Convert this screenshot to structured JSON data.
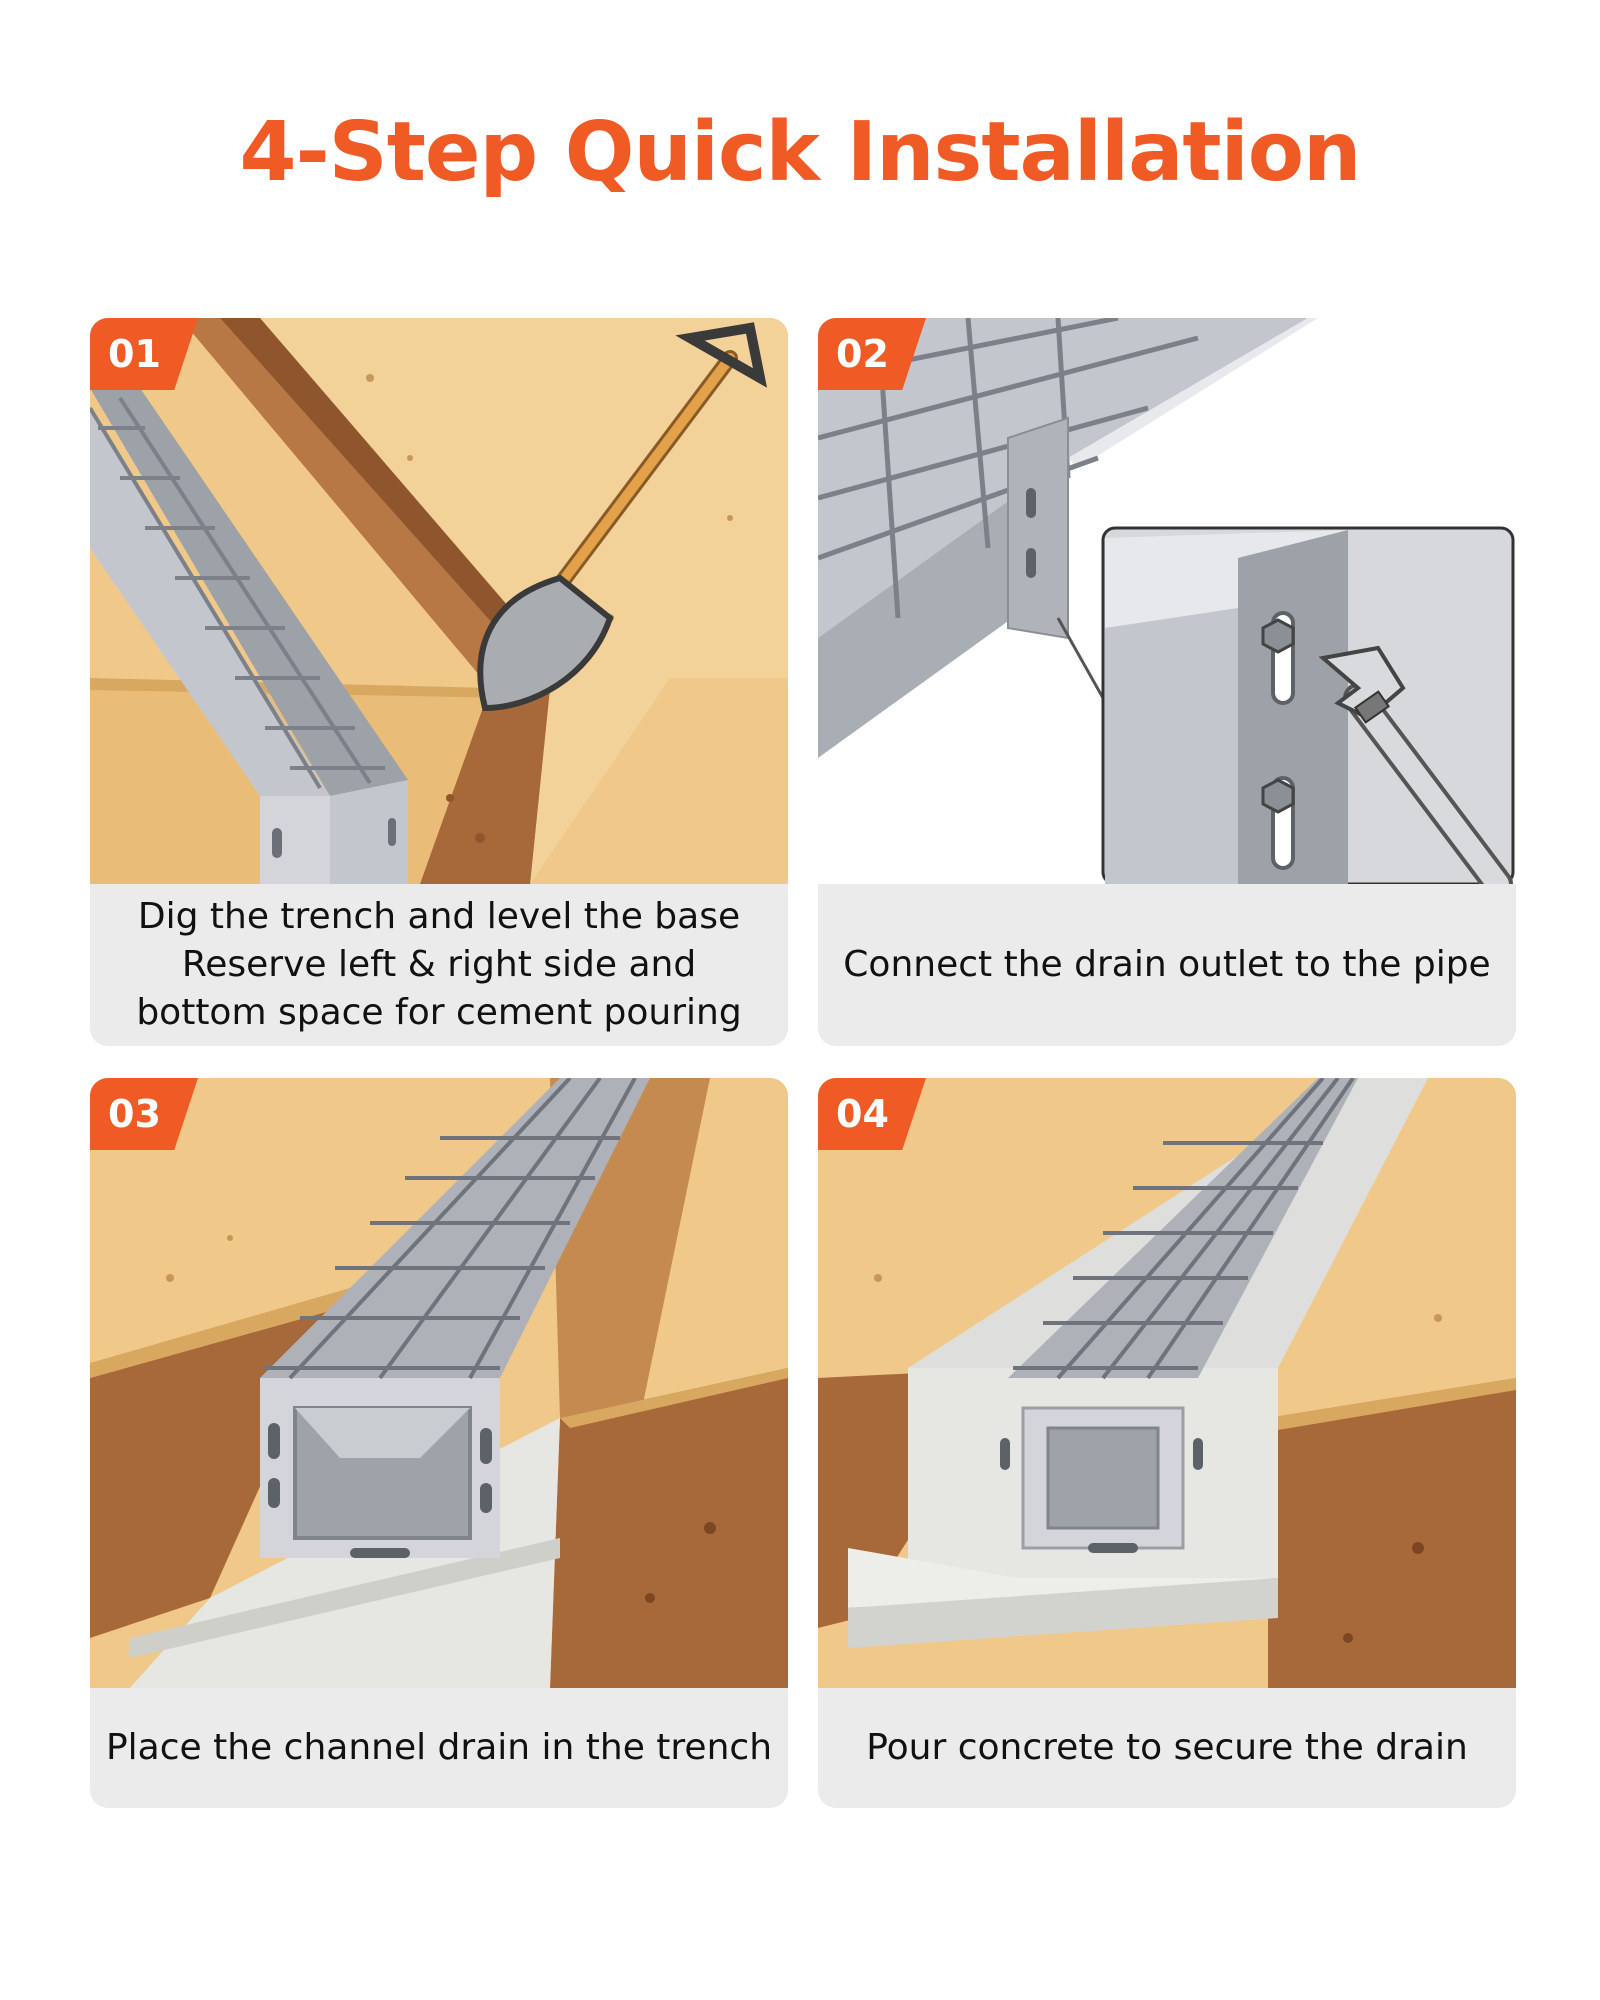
{
  "title": "4-Step Quick Installation",
  "colors": {
    "accent": "#f05a24",
    "caption_bg": "#ebebeb",
    "soil": "#f0c98a",
    "soil_dark": "#a8693a",
    "steel": "#b9bcc2",
    "concrete": "#e6e6e2"
  },
  "steps": [
    {
      "number": "01",
      "caption_lines": [
        "Dig the trench and level the base",
        "Reserve left & right side and",
        "bottom space for cement pouring"
      ],
      "icon": "shovel-icon"
    },
    {
      "number": "02",
      "caption_lines": [
        "Connect the drain outlet to the pipe"
      ],
      "icon": "wrench-icon"
    },
    {
      "number": "03",
      "caption_lines": [
        "Place the channel drain in the trench"
      ],
      "icon": "channel-drain-icon"
    },
    {
      "number": "04",
      "caption_lines": [
        "Pour concrete to secure the drain"
      ],
      "icon": "concrete-icon"
    }
  ]
}
